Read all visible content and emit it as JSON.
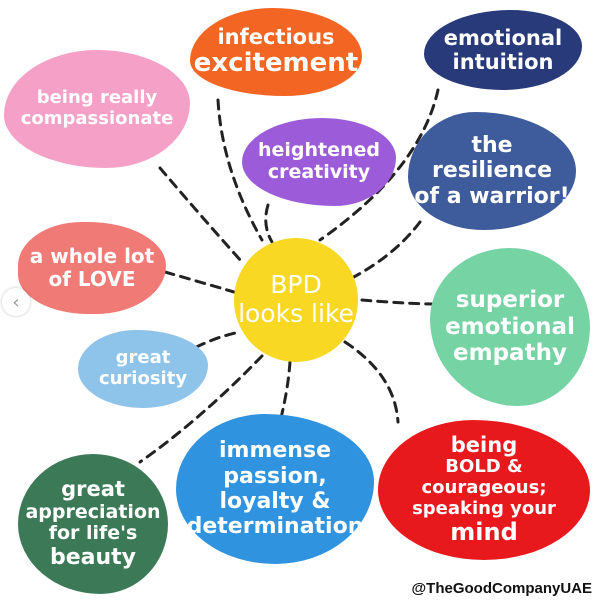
{
  "center": {
    "lines": [
      "BPD",
      "looks like"
    ],
    "color": "#f8d823"
  },
  "nodes": {
    "excitement": {
      "lines": [
        "infectious",
        "excitement"
      ],
      "color": "#f26522"
    },
    "intuition": {
      "lines": [
        "emotional",
        "intuition"
      ],
      "color": "#283a7a"
    },
    "compassionate": {
      "lines": [
        "being really",
        "compassionate"
      ],
      "color": "#f5a0c6"
    },
    "creativity": {
      "lines": [
        "heightened",
        "creativity"
      ],
      "color": "#9c5cd9"
    },
    "resilience": {
      "lines": [
        "the",
        "resilience",
        "of a warrior!"
      ],
      "color": "#3e5b9c"
    },
    "love": {
      "lines": [
        "a whole lot",
        "of LOVE"
      ],
      "color": "#ef7a76"
    },
    "empathy": {
      "lines": [
        "superior",
        "emotional",
        "empathy"
      ],
      "color": "#76d3a4"
    },
    "curiosity": {
      "lines": [
        "great",
        "curiosity"
      ],
      "color": "#8ec3ea"
    },
    "passion": {
      "lines": [
        "immense",
        "passion,",
        "loyalty &",
        "determination"
      ],
      "color": "#2f93df"
    },
    "bold": {
      "lines": [
        "being",
        "BOLD & courageous;",
        "speaking your",
        "mind"
      ],
      "color": "#e8191d"
    },
    "beauty": {
      "lines": [
        "great",
        "appreciation",
        "for life's",
        "beauty"
      ],
      "color": "#3c7a57"
    }
  },
  "credit": "@TheGoodCompanyUAE",
  "nav": {
    "icon": "chevron-left-icon",
    "glyph": "‹"
  }
}
